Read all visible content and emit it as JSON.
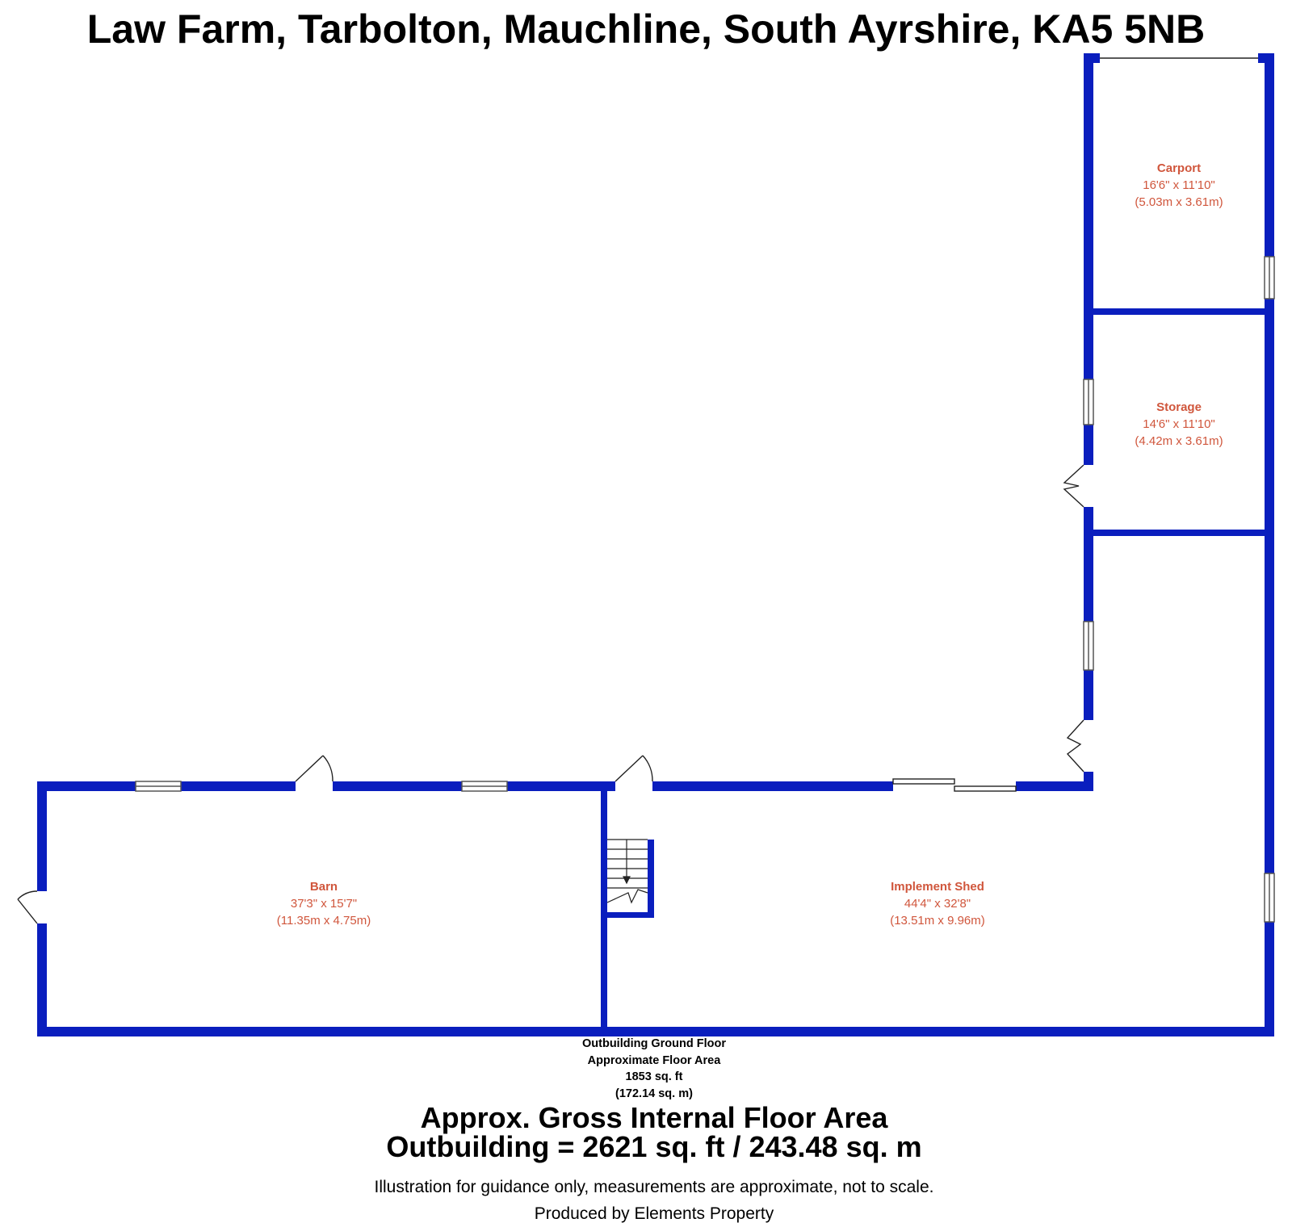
{
  "title": "Law Farm, Tarbolton, Mauchline, South Ayrshire, KA5 5NB",
  "colors": {
    "wall": "#0a1ebe",
    "room_label": "#d0563c",
    "text": "#000000"
  },
  "rooms": {
    "carport": {
      "name": "Carport",
      "imperial": "16'6\" x 11'10\"",
      "metric": "(5.03m x 3.61m)"
    },
    "storage": {
      "name": "Storage",
      "imperial": "14'6\" x 11'10\"",
      "metric": "(4.42m x 3.61m)"
    },
    "barn": {
      "name": "Barn",
      "imperial": "37'3\" x 15'7\"",
      "metric": "(11.35m x 4.75m)"
    },
    "implement_shed": {
      "name": "Implement Shed",
      "imperial": "44'4\" x 32'8\"",
      "metric": "(13.51m x 9.96m)"
    }
  },
  "floor": {
    "name": "Outbuilding Ground Floor",
    "area_label": "Approximate Floor Area",
    "area_sqft": "1853 sq. ft",
    "area_sqm": "(172.14 sq. m)"
  },
  "gross": {
    "line1": "Approx. Gross Internal Floor Area",
    "line2": "Outbuilding = 2621 sq. ft / 243.48 sq. m"
  },
  "disclaimer": "Illustration for guidance only, measurements are approximate, not to scale.",
  "credit": "Produced by Elements Property"
}
